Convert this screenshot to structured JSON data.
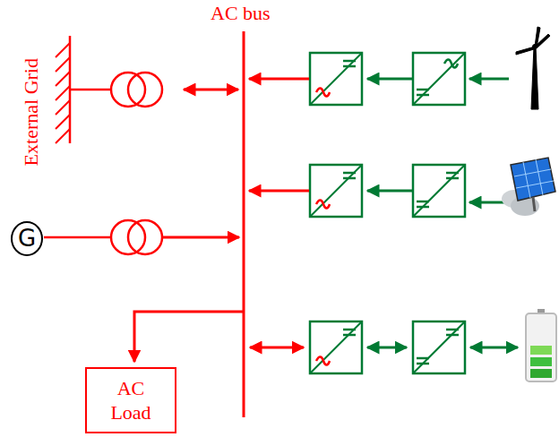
{
  "diagram": {
    "nodes": [
      {
        "text": [
          "G"
        ]
      },
      {
        "text": [
          "AC Load"
        ]
      }
    ],
    "labels": [
      "AC bus",
      "External Grid"
    ]
  }
}
